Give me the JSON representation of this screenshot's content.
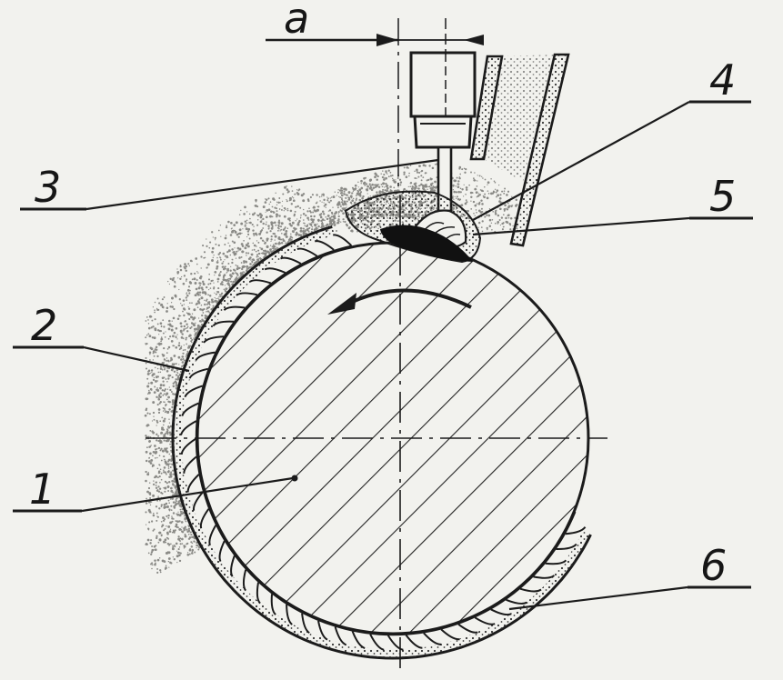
{
  "diagram": {
    "labels": {
      "a": "a",
      "l1": "1",
      "l2": "2",
      "l3": "3",
      "l4": "4",
      "l5": "5",
      "l6": "6"
    },
    "colors": {
      "ink": "#1b1b1b",
      "paper": "#f2f2ee",
      "flux": "#8a8a86"
    }
  }
}
